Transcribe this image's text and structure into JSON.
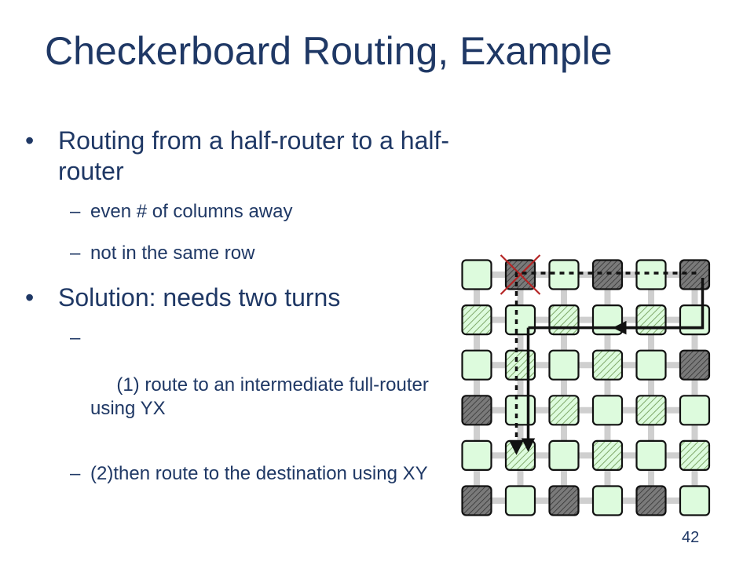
{
  "title": "Checkerboard Routing, Example",
  "bullets": [
    {
      "text": "Routing from a half-router to a half-router",
      "sub": [
        "even # of columns away",
        "not in the same row"
      ]
    },
    {
      "text": "Solution: needs two turns",
      "sub": [
        " (1) route to an intermediate full-router using YX",
        "(2)then route to the destination using XY"
      ]
    }
  ],
  "page_number": "42",
  "diagram": {
    "rows": 6,
    "cols": 6,
    "node_types": [
      [
        "full",
        "dark",
        "full",
        "dark",
        "full",
        "dark"
      ],
      [
        "half",
        "full",
        "half",
        "full",
        "half",
        "full"
      ],
      [
        "full",
        "half",
        "full",
        "half",
        "full",
        "dark"
      ],
      [
        "dark",
        "full",
        "half",
        "full",
        "half",
        "full"
      ],
      [
        "full",
        "half",
        "full",
        "half",
        "full",
        "half"
      ],
      [
        "dark",
        "full",
        "dark",
        "full",
        "dark",
        "full"
      ]
    ],
    "colors": {
      "full_fill": "#ddfbdd",
      "half_fill": "#ddfbdd",
      "half_hatch": "#7fa86a",
      "dark_fill": "#7a7a7a",
      "dark_hatch": "#303030",
      "grid_lines": "#cfcfcf",
      "node_border": "#111111",
      "path": "#111111",
      "cross_mark": "#b52525"
    },
    "blocked_node": [
      0,
      1
    ],
    "route_solid": [
      [
        0,
        5
      ],
      [
        1,
        5
      ],
      [
        1,
        1
      ],
      [
        4,
        1
      ]
    ],
    "route_dashed": [
      [
        0,
        5
      ],
      [
        0,
        1
      ],
      [
        4,
        1
      ]
    ]
  }
}
